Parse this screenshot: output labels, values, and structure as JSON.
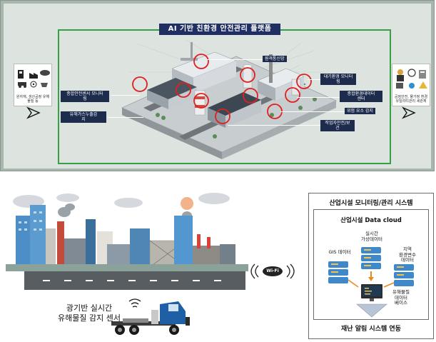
{
  "top_panel": {
    "title": "AI 기반 친환경 안전관리 플랫폼",
    "left_box": {
      "label": "원자재, 생산공정\n유해물질 등"
    },
    "right_box": {
      "label": "공정안전, 물가정\n환경유틸리티관리\n세관체"
    },
    "callouts": {
      "remote_control": "원격통신망",
      "air_monitor": "대기환경 모니터링",
      "integrated_sensor": "종합안전센서 모니터\n링",
      "env_data_center": "종합환경데이터\n센터",
      "gas_leak": "유해가스누출감\n지",
      "hazard_detect": "위험 요소 감지",
      "worker_safety": "작업자안전/보\n건"
    }
  },
  "bottom_left": {
    "detection_label": "광기반 실시간\n유해물질 감지 센서",
    "wifi_label": "Wi-Fi"
  },
  "system": {
    "title": "산업시설 모니터링/관리 시스템",
    "cloud_title": "산업시설 Data cloud",
    "realtime_label": "실시간\n가상데이터",
    "gis_label": "GIS 데이터",
    "regional_label": "지역\n환경변수\n데이터",
    "hazard_db_label": "유해물질\n데이터\n베이스",
    "alert_label": "재난 알림 시스템 연동"
  },
  "colors": {
    "frame_green": "#35a046",
    "title_navy": "#1f2e63",
    "callout_navy": "#1d2b4d",
    "marker_red": "#e02020",
    "server_blue": "#3f88c9",
    "truck_blue": "#1f5fa6"
  }
}
